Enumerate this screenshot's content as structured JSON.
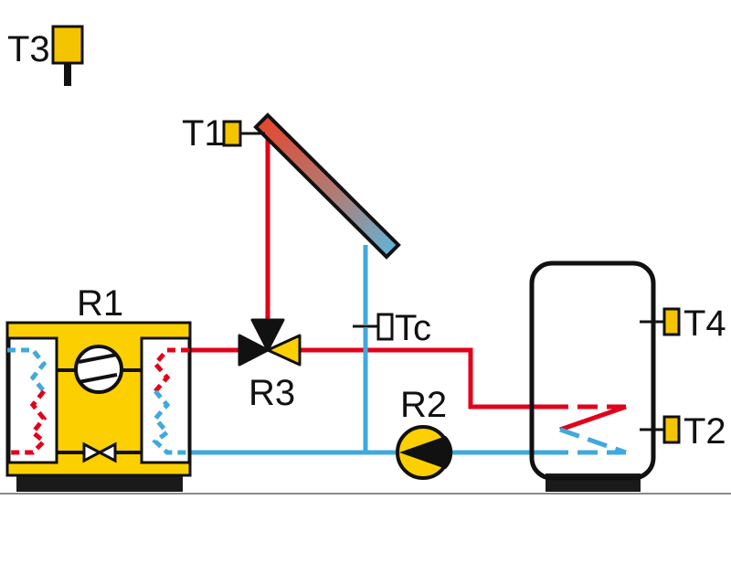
{
  "labels": {
    "t1": "T1",
    "t2": "T2",
    "t3": "T3",
    "t4": "T4",
    "tc": "Tc",
    "r1": "R1",
    "r2": "R2",
    "r3": "R3"
  },
  "colors": {
    "hot_pipe": "#e2001a",
    "cold_pipe": "#3fa9dd",
    "sensor_yellow": "#f5c400",
    "heat_pump_yellow": "#fcd000",
    "outline": "#111111",
    "collector_top": "#e8432a",
    "collector_bottom": "#5cb8e0",
    "ground_line": "#8a8a8a"
  },
  "icons": {
    "compressor": "compressor-icon",
    "expansion_valve": "expansion-valve-icon",
    "pump": "pump-icon",
    "mixing_valve": "three-way-valve-icon",
    "collector": "solar-collector-icon",
    "tank": "storage-tank-icon"
  }
}
